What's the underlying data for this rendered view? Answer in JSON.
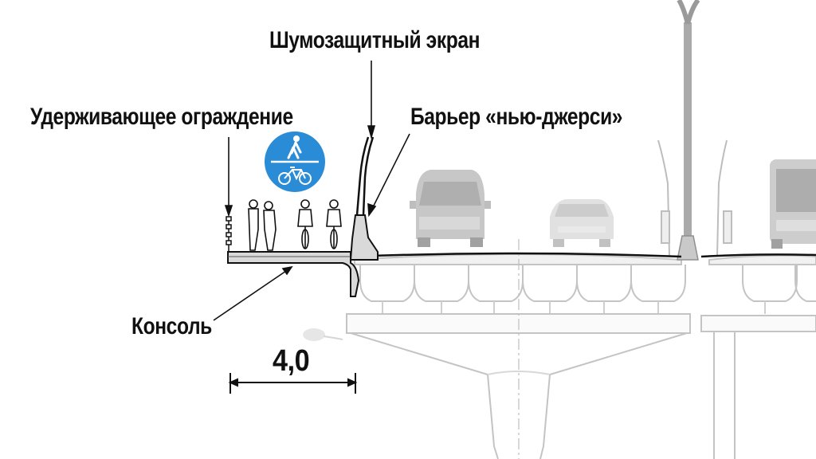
{
  "labels": {
    "noise_screen": "Шумозащитный экран",
    "guard_rail": "Удерживающее ограждение",
    "barrier": "Барьер «нью-джерси»",
    "console": "Консоль",
    "width": "4,0"
  },
  "icons": {
    "sign": "pedestrian-bicycle-sign-icon",
    "cyclists": "cyclist-icon",
    "pedestrians": "pedestrian-icon",
    "van": "van-icon",
    "car": "car-icon",
    "bus": "bus-icon",
    "lamp": "street-lamp-icon"
  },
  "colors": {
    "sign_blue": "#2a8bd6",
    "line": "#111111",
    "ghost": "#c8c8c8",
    "deck_fill": "#d9d9d9"
  }
}
